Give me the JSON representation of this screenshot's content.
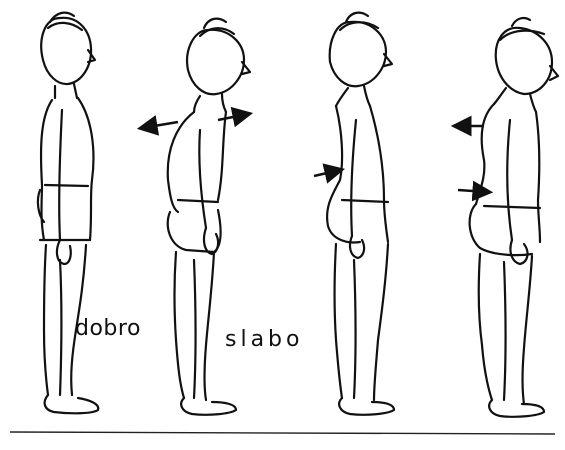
{
  "labels": {
    "good": "dobro",
    "bad": "slabo"
  },
  "colors": {
    "ink": "#111111",
    "background": "#ffffff"
  },
  "figures": [
    {
      "id": "figure-1",
      "posture": "good"
    },
    {
      "id": "figure-2",
      "posture": "bad",
      "arrows": [
        "left",
        "right"
      ]
    },
    {
      "id": "figure-3",
      "posture": "bad",
      "arrows": [
        "right"
      ]
    },
    {
      "id": "figure-4",
      "posture": "bad",
      "arrows": [
        "left",
        "right"
      ]
    }
  ]
}
